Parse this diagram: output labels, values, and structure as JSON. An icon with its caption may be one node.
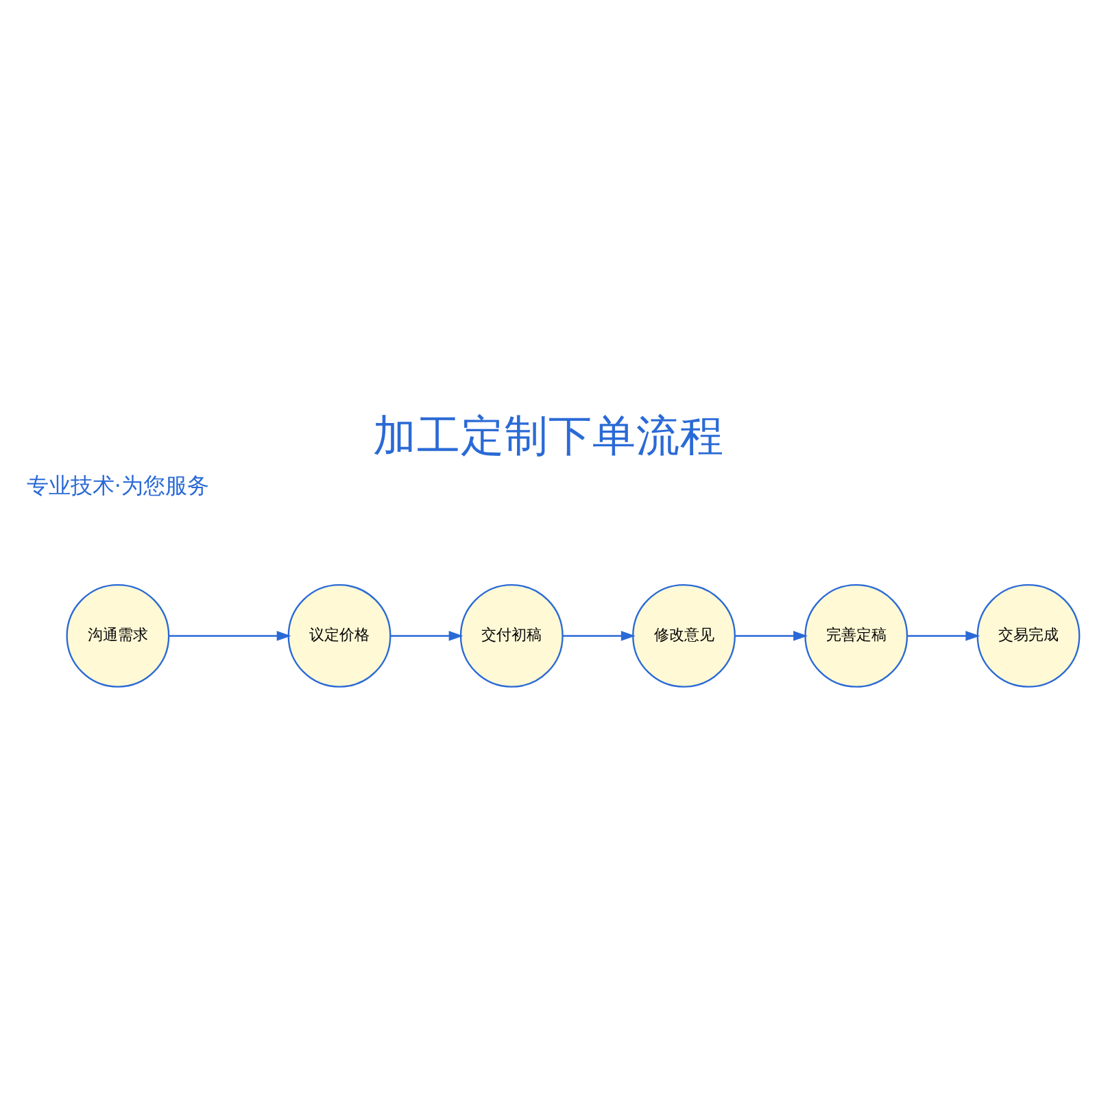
{
  "diagram": {
    "title": "加工定制下单流程",
    "nodes": [
      {
        "text": [
          "沟通需求"
        ]
      },
      {
        "text": [
          "议定价格"
        ]
      },
      {
        "text": [
          "交付初稿"
        ]
      },
      {
        "text": [
          "修改意见"
        ]
      },
      {
        "text": [
          "完善定稿"
        ]
      },
      {
        "text": [
          "交易完成"
        ]
      }
    ],
    "edges": [
      {
        "from": 0,
        "to": 1,
        "arrow": "to"
      },
      {
        "from": 1,
        "to": 2,
        "arrow": "to"
      },
      {
        "from": 2,
        "to": 3,
        "arrow": "to"
      },
      {
        "from": 3,
        "to": 4,
        "arrow": "to"
      },
      {
        "from": 4,
        "to": 5,
        "arrow": "to"
      }
    ],
    "labels": [
      "专业技术·为您服务"
    ]
  }
}
